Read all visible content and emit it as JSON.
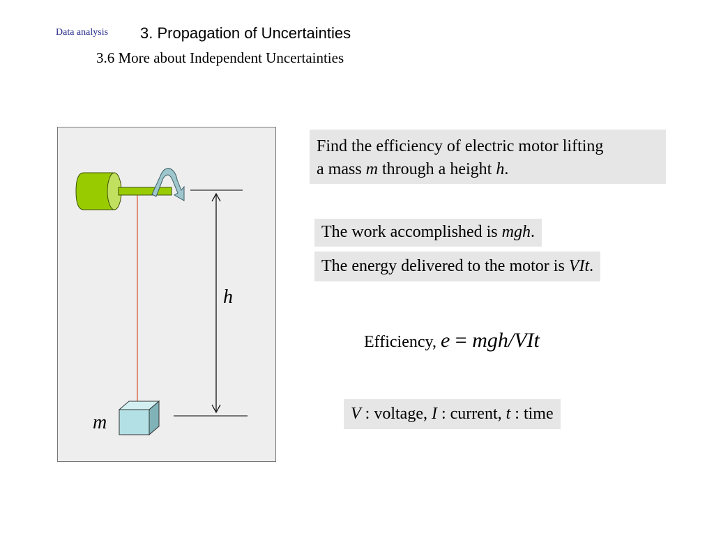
{
  "header": {
    "tag": "Data analysis",
    "chapter": "3. Propagation of Uncertainties",
    "section": "3.6  More about Independent Uncertainties"
  },
  "figure": {
    "height_label": "h",
    "mass_label": "m",
    "colors": {
      "panel": "#eeeeee",
      "motor": "#99cc00",
      "shaft": "#99cc00",
      "string": "#cc3300",
      "mass_face": "#b3e0e4",
      "rotation_arrow": "#9fc6cc"
    }
  },
  "problem": {
    "text_1": "Find the efficiency of electric motor lifting",
    "text_2a": "a mass ",
    "var_m": "m",
    "text_2b": " through a height ",
    "var_h": "h",
    "text_2c": "."
  },
  "work": {
    "text": "The work accomplished is ",
    "var": "mgh",
    "end": "."
  },
  "energy": {
    "text": "The energy delivered to the motor is ",
    "var": "VIt",
    "end": "."
  },
  "efficiency": {
    "label": "Efficiency, ",
    "lhs": "e",
    "eq": " = ",
    "rhs": "mgh/VIt"
  },
  "legend": {
    "v": "V",
    "v_desc": " : voltage, ",
    "i": "I",
    "i_desc": " : current, ",
    "t": "t",
    "t_desc": " : time"
  }
}
